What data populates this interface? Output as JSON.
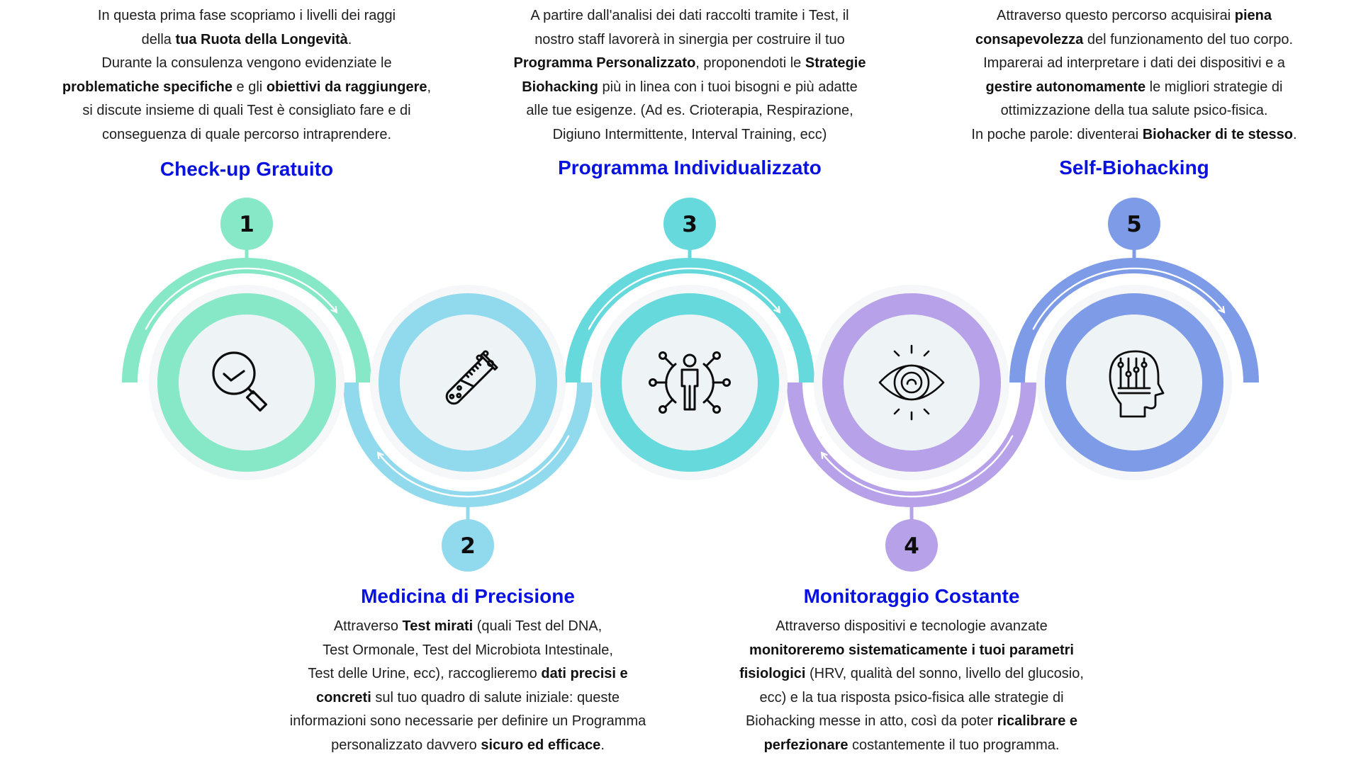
{
  "steps": [
    {
      "number": "1",
      "title": "Check-up Gratuito",
      "icon": "magnifier-check-icon",
      "color": "#86E8C6",
      "description": [
        [
          {
            "t": "In questa prima fase scopriamo i livelli dei raggi"
          }
        ],
        [
          {
            "t": "della "
          },
          {
            "t": "tua Ruota della Longevità",
            "b": true
          },
          {
            "t": "."
          }
        ],
        [
          {
            "t": "Durante la consulenza vengono evidenziate le"
          }
        ],
        [
          {
            "t": "problematiche specifiche",
            "b": true
          },
          {
            "t": " e gli "
          },
          {
            "t": "obiettivi da raggiungere",
            "b": true
          },
          {
            "t": ","
          }
        ],
        [
          {
            "t": "si discute insieme di quali Test è consigliato fare e di"
          }
        ],
        [
          {
            "t": "conseguenza di quale percorso intraprendere."
          }
        ]
      ]
    },
    {
      "number": "2",
      "title": "Medicina di Precisione",
      "icon": "test-tube-icon",
      "color": "#91DAEE",
      "description": [
        [
          {
            "t": "Attraverso "
          },
          {
            "t": "Test mirati",
            "b": true
          },
          {
            "t": " (quali Test del DNA,"
          }
        ],
        [
          {
            "t": "Test Ormonale, Test del Microbiota Intestinale,"
          }
        ],
        [
          {
            "t": "Test delle Urine, ecc), raccoglieremo "
          },
          {
            "t": "dati precisi e",
            "b": true
          }
        ],
        [
          {
            "t": "concreti",
            "b": true
          },
          {
            "t": " sul tuo quadro di salute iniziale: queste"
          }
        ],
        [
          {
            "t": "informazioni sono necessarie per definire un Programma"
          }
        ],
        [
          {
            "t": "personalizzato davvero "
          },
          {
            "t": "sicuro ed efficace",
            "b": true
          },
          {
            "t": "."
          }
        ]
      ]
    },
    {
      "number": "3",
      "title": "Programma Individualizzato",
      "icon": "person-network-icon",
      "color": "#66D9DC",
      "description": [
        [
          {
            "t": "A partire dall'analisi dei dati raccolti tramite i Test, il"
          }
        ],
        [
          {
            "t": "nostro staff lavorerà in sinergia per costruire il tuo"
          }
        ],
        [
          {
            "t": "Programma Personalizzato",
            "b": true
          },
          {
            "t": ", proponendoti le "
          },
          {
            "t": "Strategie",
            "b": true
          }
        ],
        [
          {
            "t": "Biohacking",
            "b": true
          },
          {
            "t": " più in linea con i tuoi bisogni e più adatte"
          }
        ],
        [
          {
            "t": "alle tue esigenze. (Ad es. Crioterapia, Respirazione,"
          }
        ],
        [
          {
            "t": "Digiuno Intermittente, Interval Training, ecc)"
          }
        ]
      ]
    },
    {
      "number": "4",
      "title": "Monitoraggio Costante",
      "icon": "eye-icon",
      "color": "#B7A1E8",
      "description": [
        [
          {
            "t": "Attraverso dispositivi e tecnologie avanzate"
          }
        ],
        [
          {
            "t": "monitoreremo sistematicamente i tuoi parametri",
            "b": true
          }
        ],
        [
          {
            "t": "fisiologici",
            "b": true
          },
          {
            "t": " (HRV, qualità del sonno, livello del glucosio,"
          }
        ],
        [
          {
            "t": "ecc) e la tua risposta psico-fisica alle strategie di"
          }
        ],
        [
          {
            "t": "Biohacking messe in atto, così da poter "
          },
          {
            "t": "ricalibrare e",
            "b": true
          }
        ],
        [
          {
            "t": "perfezionare",
            "b": true
          },
          {
            "t": " costantemente il tuo programma."
          }
        ]
      ]
    },
    {
      "number": "5",
      "title": "Self-Biohacking",
      "icon": "head-sliders-icon",
      "color": "#7E9BE8",
      "description": [
        [
          {
            "t": "Attraverso questo percorso acquisirai "
          },
          {
            "t": "piena",
            "b": true
          }
        ],
        [
          {
            "t": "consapevolezza",
            "b": true
          },
          {
            "t": " del funzionamento del tuo corpo."
          }
        ],
        [
          {
            "t": "Imparerai ad interpretare i dati dei dispositivi e a"
          }
        ],
        [
          {
            "t": "gestire autonomamente",
            "b": true
          },
          {
            "t": " le migliori strategie di"
          }
        ],
        [
          {
            "t": "ottimizzazione della tua salute psico-fisica."
          }
        ],
        [
          {
            "t": "In poche parole: diventerai "
          },
          {
            "t": "Biohacker di te stesso",
            "b": true
          },
          {
            "t": "."
          }
        ]
      ]
    }
  ],
  "colors": {
    "title": "#0A12E0",
    "disk": "#EEF3F6",
    "halo": "#F5F7F9",
    "icon_stroke": "#0D0D0D"
  }
}
